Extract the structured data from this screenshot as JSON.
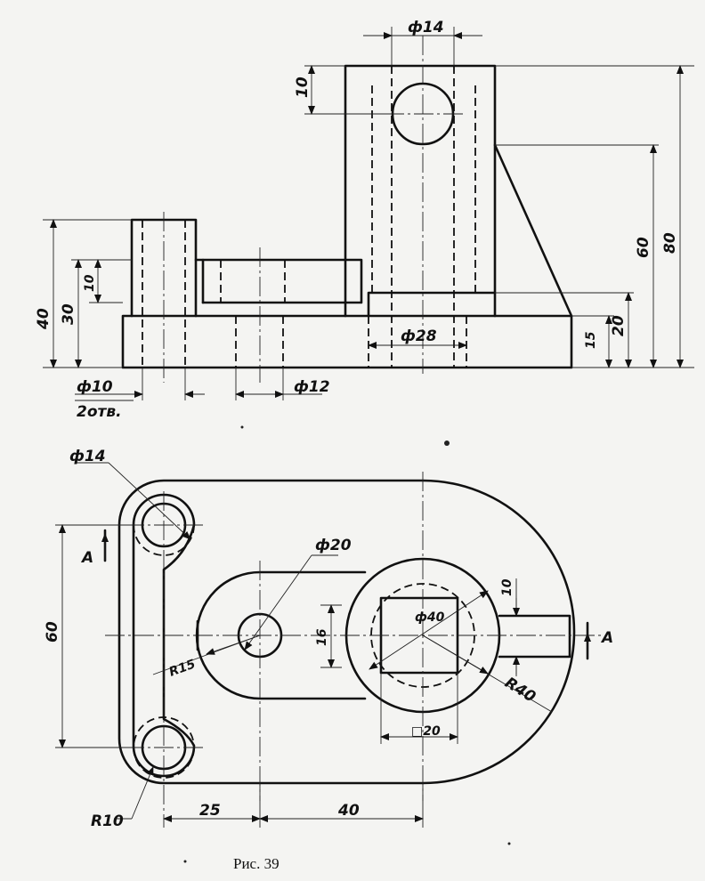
{
  "front_view": {
    "dim_phi14": "ф14",
    "dim_10_top": "10",
    "dim_60": "60",
    "dim_80": "80",
    "dim_40": "40",
    "dim_30": "30",
    "dim_10_left": "10",
    "dim_phi28": "ф28",
    "dim_15": "15",
    "dim_20": "20",
    "dim_phi10": "ф10",
    "dim_2otv": "2отв.",
    "dim_phi12": "ф12"
  },
  "top_view": {
    "dim_phi14": "ф14",
    "section_A_left": "A",
    "section_A_right": "A",
    "dim_60": "60",
    "dim_phi20": "ф20",
    "dim_R15": "R15",
    "dim_16": "16",
    "dim_phi40": "ф40",
    "dim_10": "10",
    "dim_R40": "R40",
    "dim_sq20": "□20",
    "dim_R10": "R10",
    "dim_25": "25",
    "dim_40": "40"
  },
  "caption": "Рис. 39"
}
